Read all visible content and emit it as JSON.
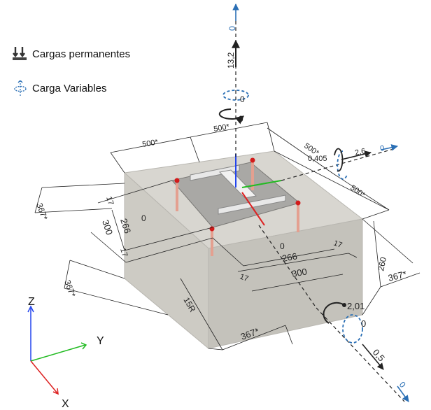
{
  "legend": {
    "permanent_label": "Cargas permanentes",
    "variable_label": "Carga Variables",
    "permanent_icon": "double-down-arrow-icon",
    "variable_icon": "dashed-moment-icon",
    "permanent_color": "#333333",
    "variable_color": "#2a6fb5"
  },
  "dimensions": {
    "top_left": "500*",
    "top_mid": "500*",
    "top_right": "500*",
    "right_side": "500*",
    "left_top": "367*",
    "left_bottom": "367*",
    "height_right": "260",
    "bottom_right": "367*",
    "bottom_front": "367*",
    "pedestal_300_left": "300",
    "pedestal_266_left": "266",
    "pedestal_300_front": "300",
    "pedestal_266_front": "266",
    "cover_a": "17",
    "cover_b": "17",
    "cover_c": "17",
    "cover_d": "17",
    "offset_a": "0",
    "offset_b": "0",
    "radius": "15R"
  },
  "loads": {
    "z_perm": "13,2",
    "z_var": "0",
    "z_moment_perm": "0",
    "z_moment_var": "0",
    "y_perm": "2,6",
    "y_var": "0",
    "y_moment": "0,405",
    "x_perm": "0,5",
    "x_var": "0",
    "x_moment_perm": "2,01",
    "x_moment_var": "0"
  },
  "axes": {
    "z": "Z",
    "y": "Y",
    "x": "X",
    "z_color": "#2244ee",
    "y_color": "#22bb22",
    "x_color": "#dd2222"
  }
}
